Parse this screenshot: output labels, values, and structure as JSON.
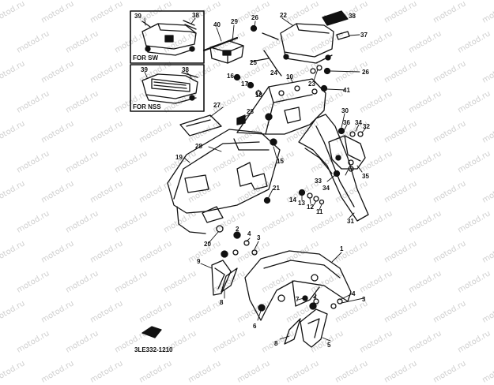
{
  "watermark": {
    "text": "motod.ru"
  },
  "diagram": {
    "part_labels": [
      {
        "id": "p1",
        "text": "1"
      },
      {
        "id": "p2a",
        "text": "2"
      },
      {
        "id": "p2b",
        "text": "2"
      },
      {
        "id": "p3a",
        "text": "3"
      },
      {
        "id": "p3b",
        "text": "3"
      },
      {
        "id": "p4a",
        "text": "4"
      },
      {
        "id": "p4b",
        "text": "4"
      },
      {
        "id": "p5",
        "text": "5"
      },
      {
        "id": "p6",
        "text": "6"
      },
      {
        "id": "p7",
        "text": "7"
      },
      {
        "id": "p8a",
        "text": "8"
      },
      {
        "id": "p8b",
        "text": "8"
      },
      {
        "id": "p9",
        "text": "9"
      },
      {
        "id": "p10",
        "text": "10"
      },
      {
        "id": "p11",
        "text": "11"
      },
      {
        "id": "p12",
        "text": "12"
      },
      {
        "id": "p13",
        "text": "13"
      },
      {
        "id": "p14",
        "text": "14"
      },
      {
        "id": "p15",
        "text": "15"
      },
      {
        "id": "p16",
        "text": "16"
      },
      {
        "id": "p17",
        "text": "17"
      },
      {
        "id": "p18",
        "text": "18"
      },
      {
        "id": "p19",
        "text": "19"
      },
      {
        "id": "p20",
        "text": "20"
      },
      {
        "id": "p21",
        "text": "21"
      },
      {
        "id": "p22",
        "text": "22"
      },
      {
        "id": "p23",
        "text": "23"
      },
      {
        "id": "p24",
        "text": "24"
      },
      {
        "id": "p25",
        "text": "25"
      },
      {
        "id": "p26a",
        "text": "26"
      },
      {
        "id": "p26b",
        "text": "26"
      },
      {
        "id": "p27",
        "text": "27"
      },
      {
        "id": "p28a",
        "text": "28"
      },
      {
        "id": "p28b",
        "text": "28"
      },
      {
        "id": "p29",
        "text": "29"
      },
      {
        "id": "p30",
        "text": "30"
      },
      {
        "id": "p31",
        "text": "31"
      },
      {
        "id": "p32",
        "text": "32"
      },
      {
        "id": "p33",
        "text": "33"
      },
      {
        "id": "p34a",
        "text": "34"
      },
      {
        "id": "p34b",
        "text": "34"
      },
      {
        "id": "p35",
        "text": "35"
      },
      {
        "id": "p36",
        "text": "36"
      },
      {
        "id": "p37",
        "text": "37"
      },
      {
        "id": "p38",
        "text": "38"
      },
      {
        "id": "p40",
        "text": "40"
      },
      {
        "id": "p41",
        "text": "41"
      }
    ],
    "inset_sw": {
      "caption": "FOR SW",
      "labels": {
        "a": "39",
        "b": "38"
      }
    },
    "inset_nss": {
      "caption": "FOR NSS",
      "labels": {
        "a": "39",
        "b": "38"
      }
    },
    "diagram_code": "3LE332-1210"
  }
}
